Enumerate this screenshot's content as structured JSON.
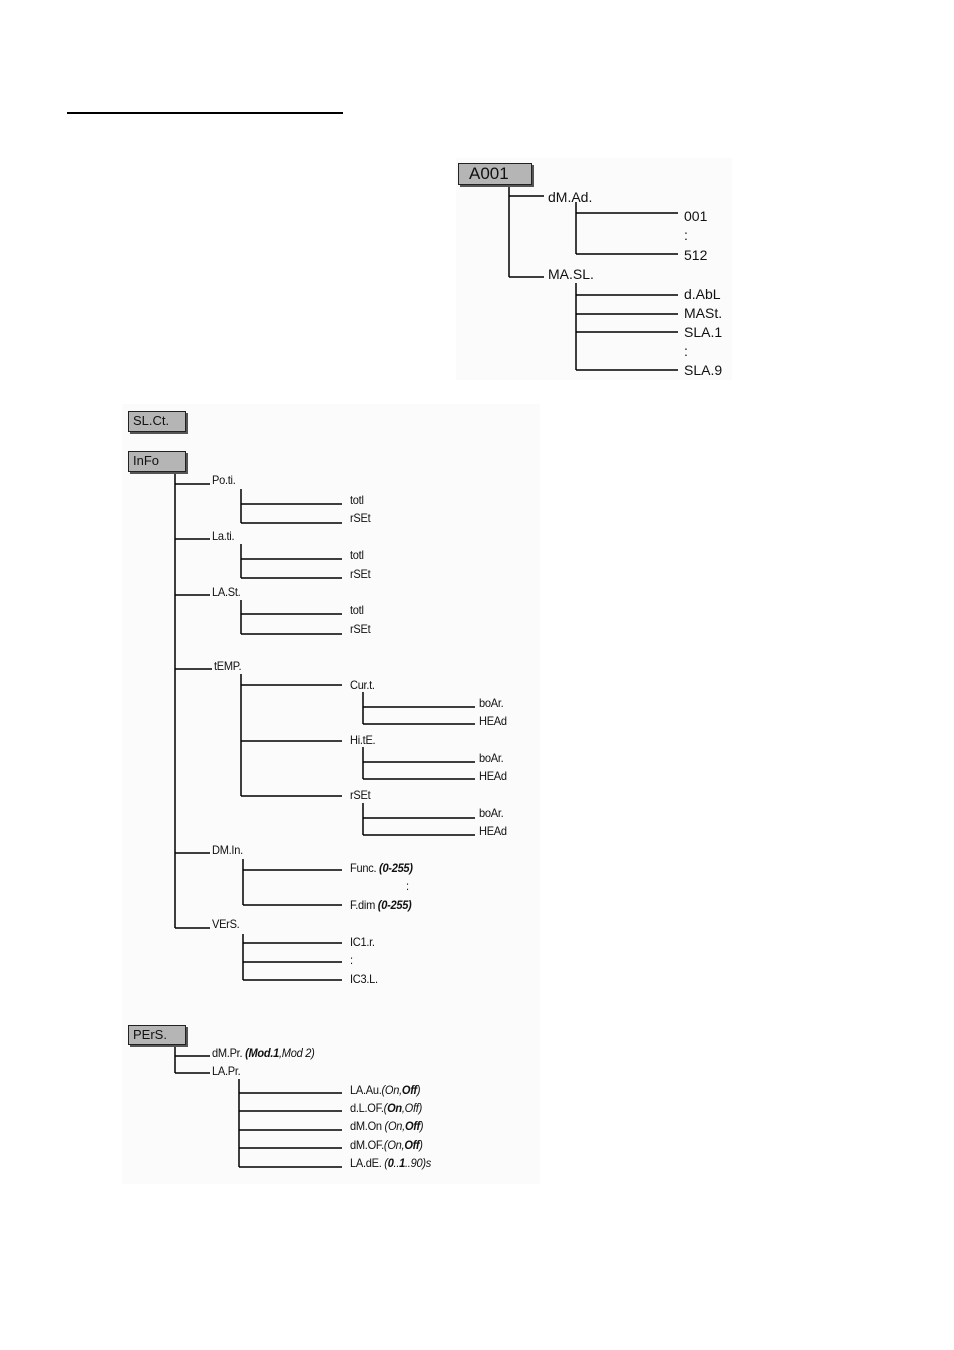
{
  "a001": {
    "root": "A001",
    "dmad": {
      "label": "dM.Ad.",
      "range_start": "001",
      "range_sep": ":",
      "range_end": "512"
    },
    "masl": {
      "label": "MA.SL.",
      "opt1": "d.AbL",
      "opt2": "MASt.",
      "opt3": "SLA.1",
      "sep": ":",
      "opt4": "SLA.9"
    }
  },
  "slct": {
    "root": "SL.Ct."
  },
  "info": {
    "root": "InFo",
    "poti": {
      "label": "Po.ti.",
      "c1": "totl",
      "c2": "rSEt"
    },
    "lati": {
      "label": "La.ti.",
      "c1": "totl",
      "c2": "rSEt"
    },
    "last": {
      "label": "LA.St.",
      "c1": "totl",
      "c2": "rSEt"
    },
    "temp": {
      "label": "tEMP.",
      "curt": {
        "label": "Cur.t.",
        "c1": "boAr.",
        "c2": "HEAd"
      },
      "hite": {
        "label": "Hi.tE.",
        "c1": "boAr.",
        "c2": "HEAd"
      },
      "rset": {
        "label": "rSEt",
        "c1": "boAr.",
        "c2": "HEAd"
      }
    },
    "dmin": {
      "label": "DM.In.",
      "c1": "Func.",
      "c1_range": "(0-255)",
      "sep": ":",
      "c2": "F.dim",
      "c2_range": "(0-255)"
    },
    "vers": {
      "label": "VErS.",
      "c1": "IC1.r.",
      "sep": ":",
      "c2": "IC3.L."
    }
  },
  "pers": {
    "root": "PErS.",
    "dmpr": {
      "label": "dM.Pr.",
      "open": "(",
      "opt1": "Mod.1",
      "comma": ",",
      "opt2": "Mod 2",
      "close": ")"
    },
    "lapr": {
      "label": "LA.Pr.",
      "items": [
        {
          "label": "LA.Au.",
          "open": "(",
          "on": "On",
          "comma": ",",
          "off": "Off",
          "close": ")"
        },
        {
          "label": "d.L.OF.",
          "open": "(",
          "on": "On",
          "comma": ",",
          "off": "Off",
          "close": ")"
        },
        {
          "label": "dM.On",
          "open": " (",
          "on": "On",
          "comma": ",",
          "off": "Off",
          "close": ")"
        },
        {
          "label": "dM.OF.",
          "open": "(",
          "on": "On",
          "comma": ",",
          "off": "Off",
          "close": ")"
        }
      ],
      "last": {
        "label": "LA.dE.",
        "open": " (",
        "v0": "0",
        "mid": "..",
        "v1": "1",
        "tail": "..90)s"
      }
    }
  }
}
